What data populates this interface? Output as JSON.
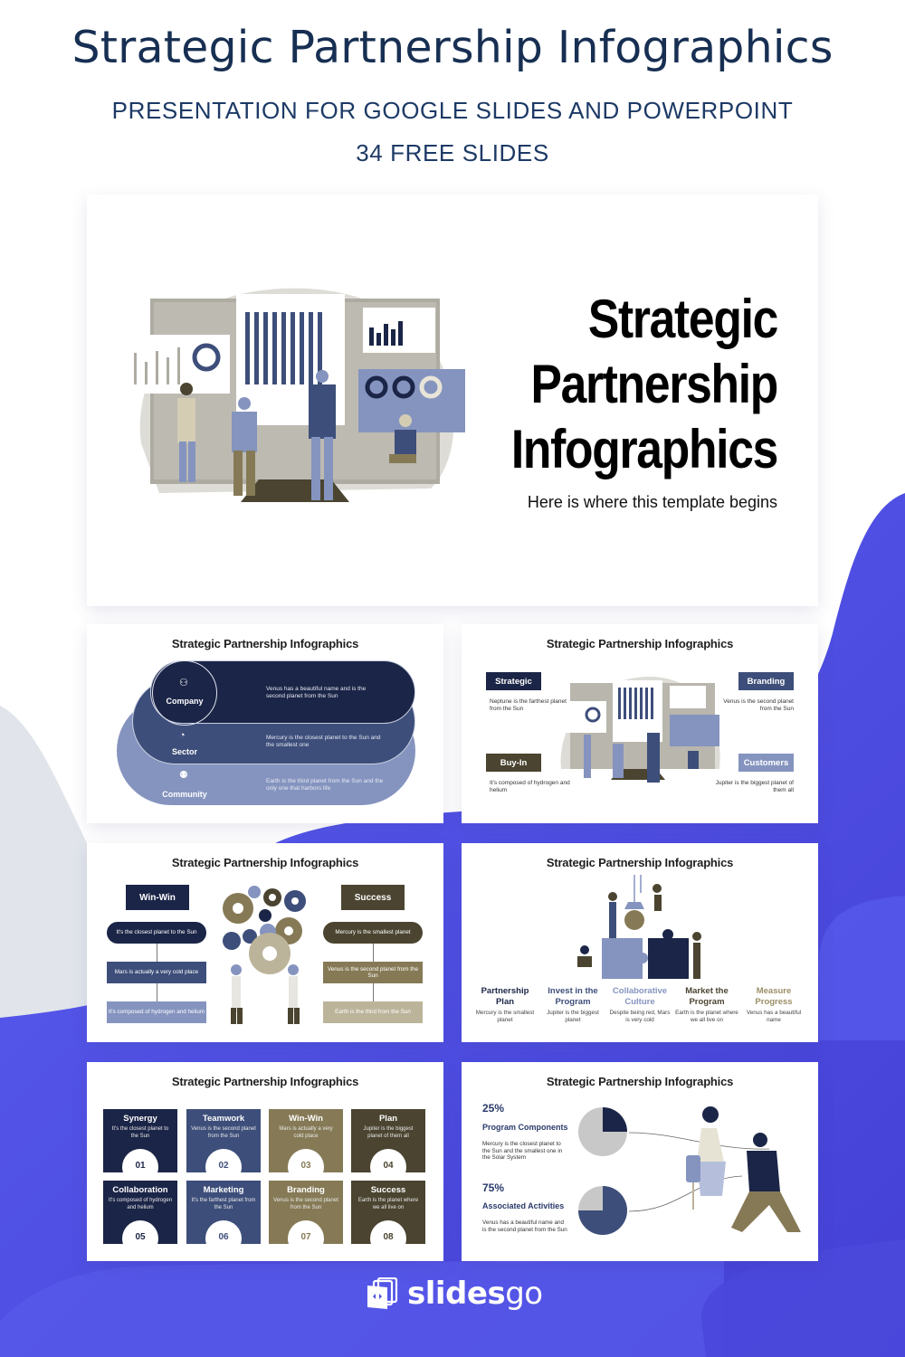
{
  "header": {
    "title": "Strategic Partnership Infographics",
    "subtitle": "PRESENTATION FOR GOOGLE SLIDES AND POWERPOINT",
    "slide_count": "34 FREE SLIDES"
  },
  "colors": {
    "navy": "#1b2547",
    "slate_blue": "#3d4e7a",
    "periwinkle": "#8594bf",
    "olive": "#867a56",
    "dark_olive": "#4a4430",
    "khaki": "#bcb49a",
    "background_purple": "#5257e4",
    "background_gray": "#e1e5eb",
    "title_text": "#172f52"
  },
  "main_slide": {
    "title_lines": [
      "Strategic",
      "Partnership",
      "Infographics"
    ],
    "subtitle": "Here is where this template begins",
    "illustration": "team-presenting-dashboard-illustration"
  },
  "slides": [
    {
      "title": "Strategic Partnership Infographics",
      "type": "layered-pills",
      "items": [
        {
          "label": "Company",
          "icon": "org-chart-icon",
          "text": "Venus has a beautiful name and is the second planet from the Sun"
        },
        {
          "label": "Sector",
          "icon": "pie-chart-icon",
          "text": "Mercury is the closest planet to the Sun and the smallest one"
        },
        {
          "label": "Community",
          "icon": "people-group-icon",
          "text": "Earth is the third planet from the Sun and the only one that harbors life"
        }
      ]
    },
    {
      "title": "Strategic Partnership Infographics",
      "type": "four-corner-labels",
      "items": [
        {
          "label": "Strategic",
          "text": "Neptune is the farthest planet from the Sun"
        },
        {
          "label": "Branding",
          "text": "Venus is the second planet from the Sun"
        },
        {
          "label": "Buy-In",
          "text": "It's composed of hydrogen and helium"
        },
        {
          "label": "Customers",
          "text": "Jupiter is the biggest planet of them all"
        }
      ]
    },
    {
      "title": "Strategic Partnership Infographics",
      "type": "two-column-flow",
      "left": {
        "label": "Win-Win",
        "steps": [
          "It's the closest planet to the Sun",
          "Mars is actually a very cold place",
          "It's composed of hydrogen and helium"
        ]
      },
      "right": {
        "label": "Success",
        "steps": [
          "Mercury is the smallest planet",
          "Venus is the second planet from the Sun",
          "Earth is the third from the Sun"
        ]
      }
    },
    {
      "title": "Strategic Partnership Infographics",
      "type": "five-steps",
      "items": [
        {
          "label": "Partnership Plan",
          "text": "Mercury is the smallest planet"
        },
        {
          "label": "Invest in the Program",
          "text": "Jupiter is the biggest planet"
        },
        {
          "label": "Collaborative Culture",
          "text": "Despite being red, Mars is very cold"
        },
        {
          "label": "Market the Program",
          "text": "Earth is the planet where we all live on"
        },
        {
          "label": "Measure Progress",
          "text": "Venus has a beautiful name"
        }
      ]
    },
    {
      "title": "Strategic Partnership Infographics",
      "type": "eight-cards",
      "items": [
        {
          "label": "Synergy",
          "text": "It's the closest planet to the Sun",
          "num": "01"
        },
        {
          "label": "Teamwork",
          "text": "Venus is the second planet from the Sun",
          "num": "02"
        },
        {
          "label": "Win-Win",
          "text": "Mars is actually a very cold place",
          "num": "03"
        },
        {
          "label": "Plan",
          "text": "Jupiter is the biggest planet of them all",
          "num": "04"
        },
        {
          "label": "Collaboration",
          "text": "It's composed of hydrogen and helium",
          "num": "05"
        },
        {
          "label": "Marketing",
          "text": "It's the farthest planet from the Sun",
          "num": "06"
        },
        {
          "label": "Branding",
          "text": "Venus is the second planet from the Sun",
          "num": "07"
        },
        {
          "label": "Success",
          "text": "Earth is the planet where we all live on",
          "num": "08"
        }
      ]
    },
    {
      "title": "Strategic Partnership Infographics",
      "type": "pie-stats",
      "items": [
        {
          "value": "25%",
          "label": "Program Components",
          "text": "Mercury is the closest planet to the Sun and the smallest one in the Solar System"
        },
        {
          "value": "75%",
          "label": "Associated Activities",
          "text": "Venus has a beautiful name and is the second planet from the Sun"
        }
      ]
    }
  ],
  "logo": {
    "icon": "slides-stack-icon",
    "text_bold": "slides",
    "text_light": "go"
  }
}
